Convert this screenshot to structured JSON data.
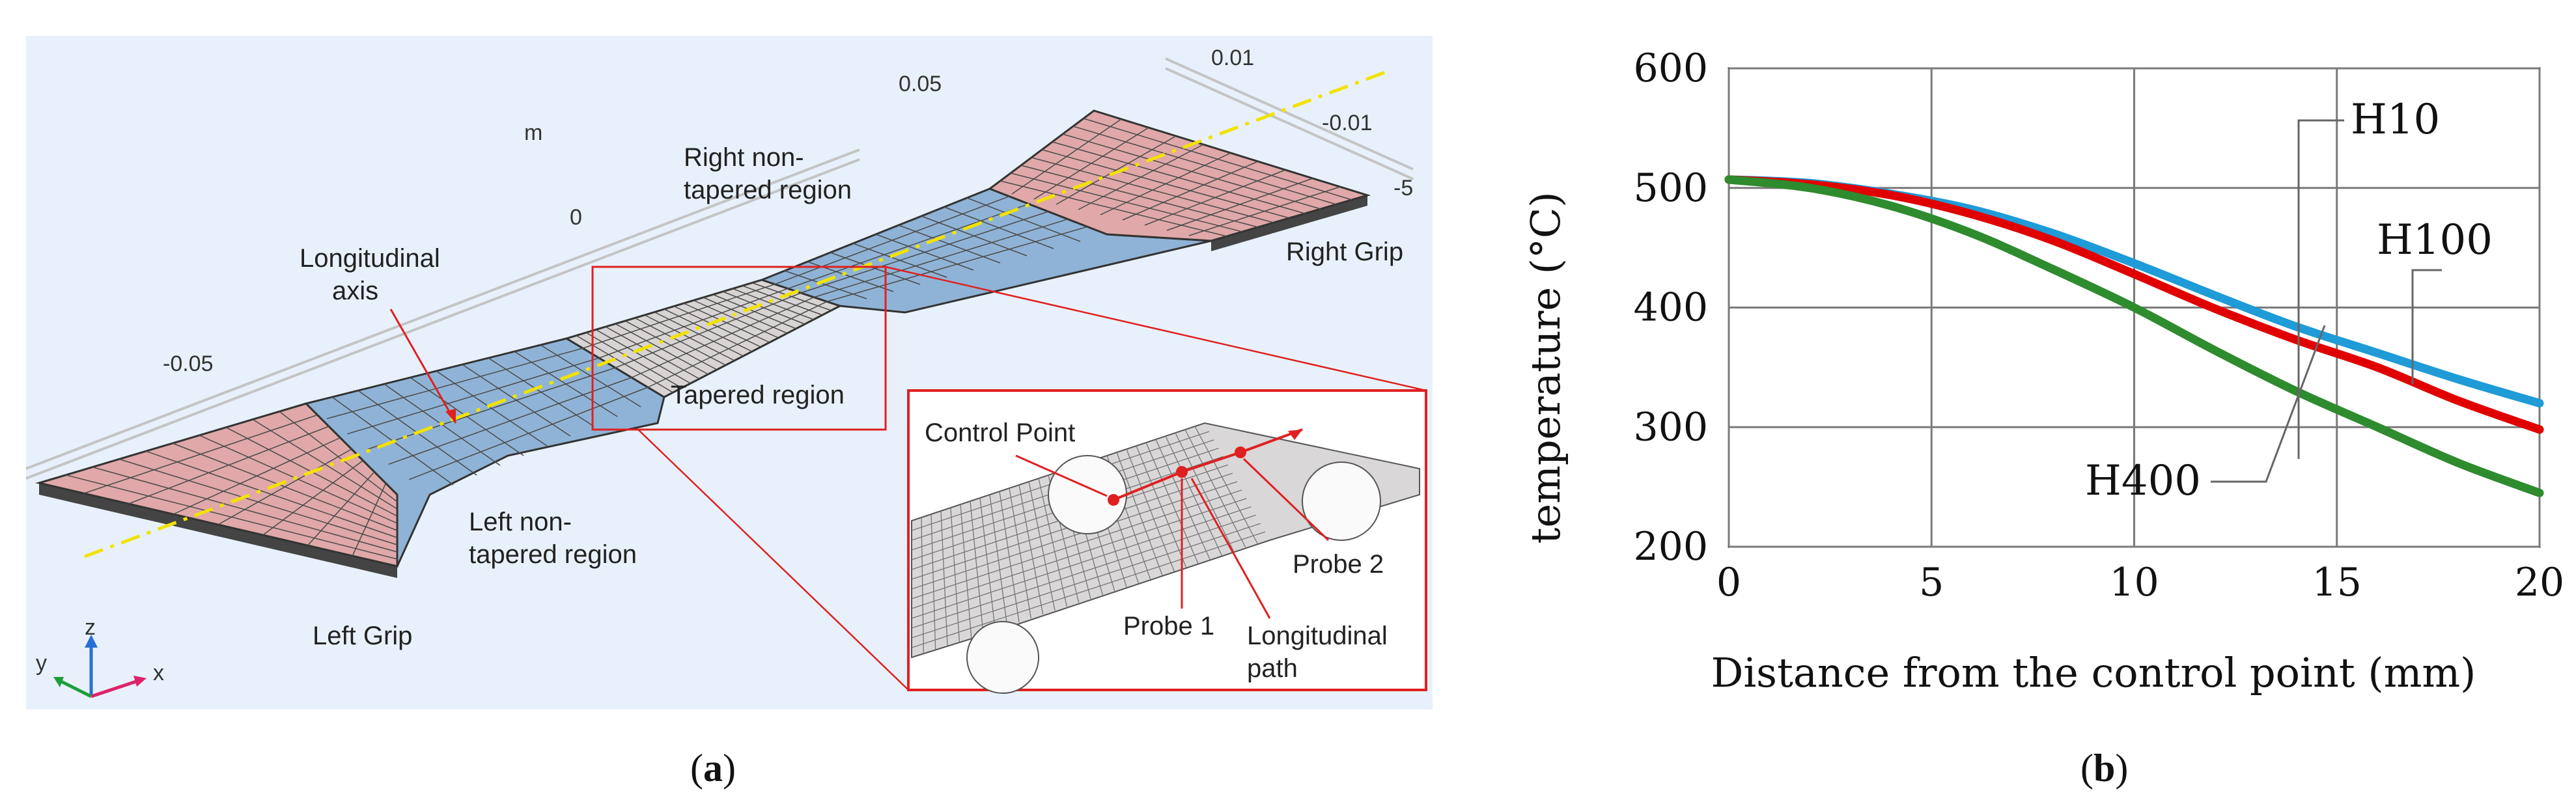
{
  "figure": {
    "panel_a_label": "(a)",
    "panel_a_letter": "a",
    "panel_b_label": "(b)",
    "panel_b_letter": "b"
  },
  "model_view": {
    "axis_ticks": [
      "-0.05",
      "0",
      "0.05",
      "0.01",
      "-0.01",
      "-5",
      "m"
    ],
    "labels": {
      "longitudinal_axis_1": "Longitudinal",
      "longitudinal_axis_2": "axis",
      "right_nontapered_1": "Right non-",
      "right_nontapered_2": "tapered region",
      "tapered": "Tapered region",
      "left_nontapered_1": "Left non-",
      "left_nontapered_2": "tapered region",
      "right_grip": "Right Grip",
      "left_grip": "Left Grip"
    },
    "inset": {
      "control_point": "Control Point",
      "probe1": "Probe 1",
      "probe2": "Probe 2",
      "path_1": "Longitudinal",
      "path_2": "path"
    },
    "triad": {
      "x": "x",
      "y": "y",
      "z": "z"
    },
    "colors": {
      "grip": "#e0a8a8",
      "nontapered": "#8fb3d6",
      "tapered": "#d9d4d4",
      "background": "#e6f0fa",
      "highlight": "#e02020",
      "axis_line": "#f2e200"
    }
  },
  "chart_data": {
    "type": "line",
    "xlabel": "Distance from the control point (mm)",
    "ylabel": "temperature (°C)",
    "xlim": [
      0,
      20
    ],
    "ylim": [
      200,
      600
    ],
    "xticks": [
      0,
      5,
      10,
      15,
      20
    ],
    "yticks": [
      200,
      300,
      400,
      500,
      600
    ],
    "grid": true,
    "series": [
      {
        "name": "H10",
        "color": "#1f9bd7",
        "x": [
          0,
          2,
          4,
          6,
          8,
          10,
          12,
          14,
          16,
          18,
          20
        ],
        "y": [
          507,
          504,
          495,
          482,
          462,
          437,
          410,
          384,
          362,
          340,
          320
        ]
      },
      {
        "name": "H100",
        "color": "#e00000",
        "x": [
          0,
          2,
          4,
          6,
          8,
          10,
          12,
          14,
          16,
          18,
          20
        ],
        "y": [
          507,
          503,
          494,
          478,
          456,
          428,
          399,
          373,
          350,
          322,
          298
        ]
      },
      {
        "name": "H400",
        "color": "#2e8b2e",
        "x": [
          0,
          2,
          4,
          6,
          8,
          10,
          12,
          14,
          16,
          18,
          20
        ],
        "y": [
          507,
          500,
          485,
          462,
          432,
          400,
          364,
          330,
          300,
          270,
          245
        ]
      }
    ]
  }
}
